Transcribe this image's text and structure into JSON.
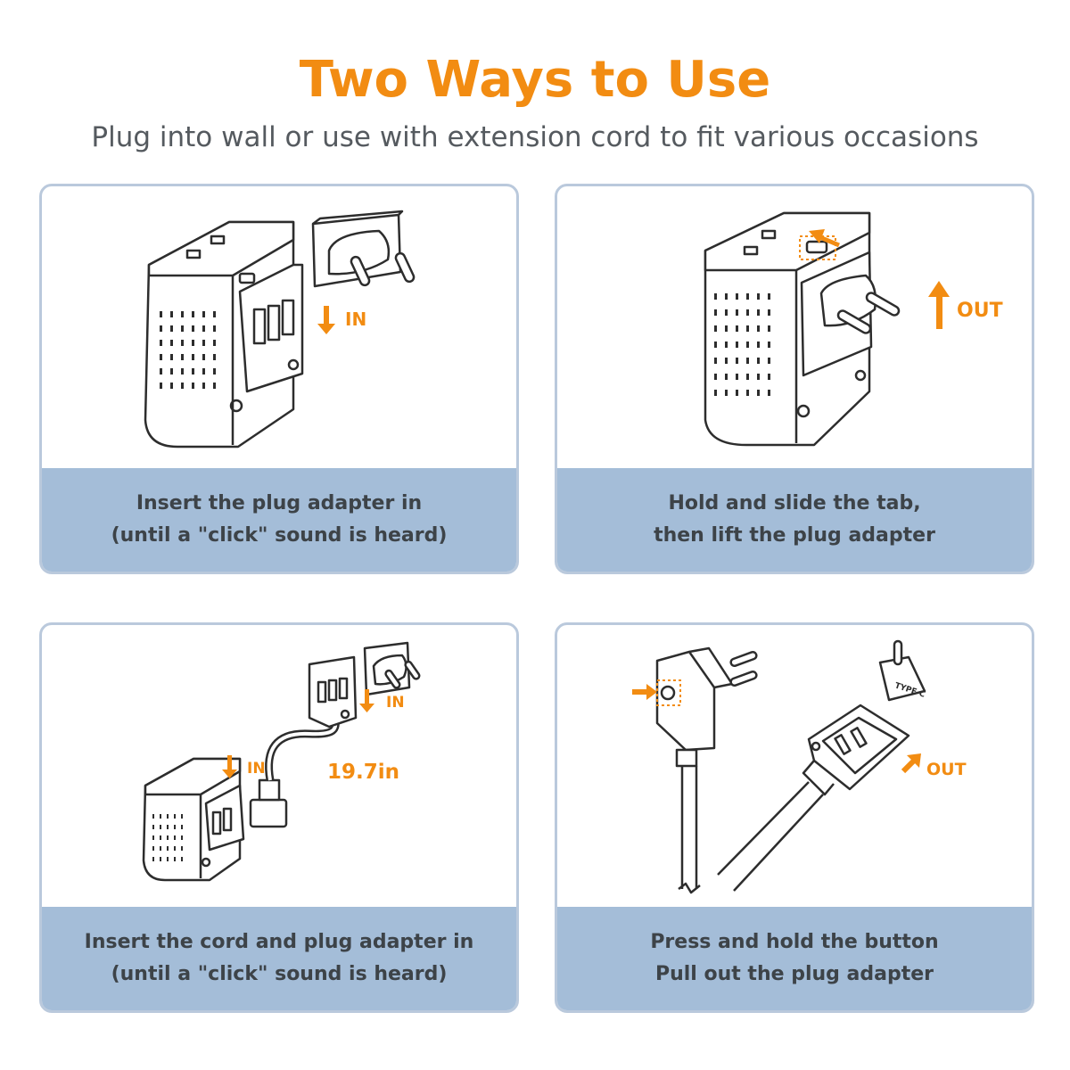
{
  "header": {
    "title": "Two Ways to Use",
    "subtitle": "Plug into wall or use with extension cord to fit various occasions"
  },
  "colors": {
    "accent": "#f28c12",
    "caption_bg": "#a4bdd8",
    "card_border": "#bac9dc",
    "ink": "#3d4348"
  },
  "cards": [
    {
      "caption_line1": "Insert the plug adapter in",
      "caption_line2": "(until a \"click\" sound is heard)",
      "labels": {
        "in": "IN"
      }
    },
    {
      "caption_line1": "Hold and slide the tab,",
      "caption_line2": "then lift the plug adapter",
      "labels": {
        "out": "OUT"
      }
    },
    {
      "caption_line1": "Insert the cord and plug adapter in",
      "caption_line2": "(until a \"click\" sound is heard)",
      "labels": {
        "in_top": "IN",
        "in_left": "IN",
        "length": "19.7in"
      }
    },
    {
      "caption_line1": "Press and hold the button",
      "caption_line2": "Pull out the plug adapter",
      "labels": {
        "out": "OUT",
        "type": "TYPE C"
      }
    }
  ]
}
